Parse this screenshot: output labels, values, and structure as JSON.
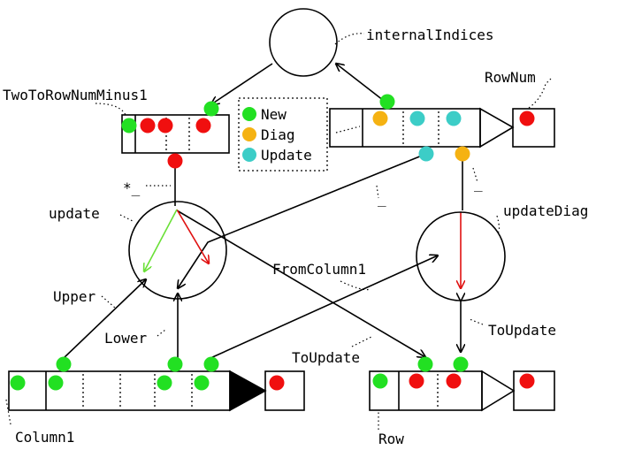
{
  "colors": {
    "green": "#22e022",
    "red": "#f00f0f",
    "orange": "#f5b212",
    "teal": "#3ccdc7",
    "light_green": "#6ae037",
    "dark_red": "#e01010",
    "black": "#000000"
  },
  "labels": {
    "internal_indices": "internalIndices",
    "two_to_row_num_minus1": "TwoToRowNumMinus1",
    "row_num": "RowNum",
    "star": "*_",
    "update": "update",
    "update_diag": "updateDiag",
    "underscore_1": "_",
    "underscore_2": "_",
    "from_column1": "FromColumn1",
    "upper": "Upper",
    "lower": "Lower",
    "to_update_right": "ToUpdate",
    "to_update_left": "ToUpdate",
    "column1": "Column1",
    "row": "Row"
  },
  "legend": {
    "items": [
      {
        "label": "New",
        "color": "green"
      },
      {
        "label": "Diag",
        "color": "orange"
      },
      {
        "label": "Update",
        "color": "teal"
      }
    ]
  }
}
